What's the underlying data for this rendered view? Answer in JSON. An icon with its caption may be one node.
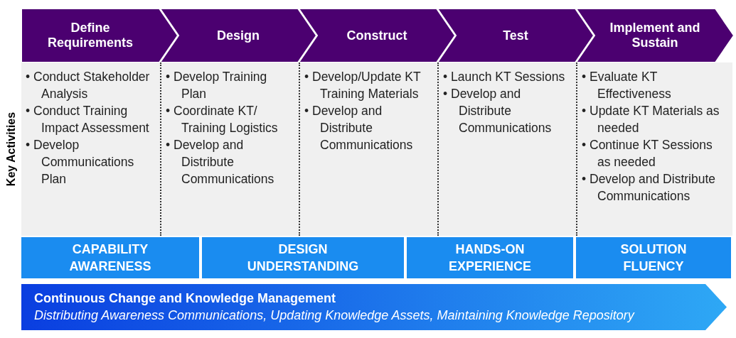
{
  "diagram": {
    "nodes": [
      {
        "text": [
          "Define Requirements"
        ]
      },
      {
        "text": [
          "Design"
        ]
      },
      {
        "text": [
          "Construct"
        ]
      },
      {
        "text": [
          "Test"
        ]
      },
      {
        "text": [
          "Implement and Sustain"
        ]
      },
      {
        "text": [
          "• Conduct Stakeholder Analysis",
          "• Conduct Training Impact Assessment",
          "• Develop Communications Plan"
        ]
      },
      {
        "text": [
          "• Develop Training Plan",
          "• Coordinate KT/ Training Logistics",
          "• Develop and Distribute Communications"
        ]
      },
      {
        "text": [
          "• Develop/Update KT Training Materials",
          "• Develop and Distribute Communications"
        ]
      },
      {
        "text": [
          "• Launch KT Sessions",
          "• Develop and Distribute Communications"
        ]
      },
      {
        "text": [
          "• Evaluate KT Effectiveness",
          "• Update KT Materials as needed",
          "• Continue KT Sessions as needed",
          "• Develop and Distribute Communications"
        ]
      },
      {
        "text": [
          "CAPABILITY AWARENESS"
        ]
      },
      {
        "text": [
          "DESIGN UNDERSTANDING"
        ]
      },
      {
        "text": [
          "HANDS-ON EXPERIENCE"
        ]
      },
      {
        "text": [
          "SOLUTION FLUENCY"
        ]
      },
      {
        "text": [
          "Continuous Change and Knowledge Management",
          "Distributing Awareness Communications, Updating Knowledge Assets, Maintaining Knowledge Repository"
        ]
      }
    ],
    "edges": [],
    "labels": [
      "Key Activities"
    ]
  }
}
